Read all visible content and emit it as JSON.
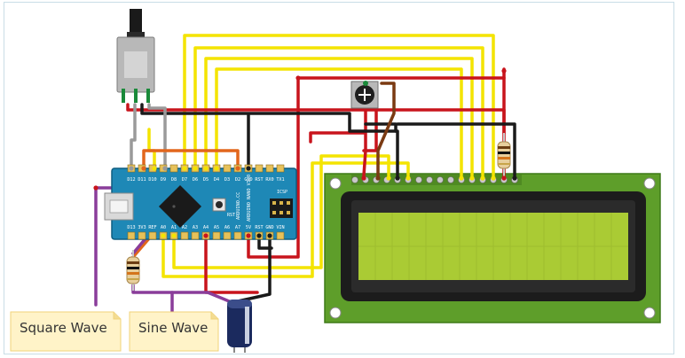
{
  "notes": {
    "square_wave": "Square Wave",
    "sine_wave": "Sine Wave"
  },
  "arduino": {
    "top_pins": [
      "D12",
      "D11",
      "D10",
      "D9",
      "D8",
      "D7",
      "D6",
      "D5",
      "D4",
      "D3",
      "D2",
      "GND",
      "RST",
      "RX0",
      "TX1"
    ],
    "bottom_pins": [
      "D13",
      "3V3",
      "REF",
      "A0",
      "A1",
      "A2",
      "A3",
      "A4",
      "A5",
      "A6",
      "A7",
      "5V",
      "RST",
      "GND",
      "VIN"
    ],
    "brand_text": "ARDUINO.CC",
    "model_text": "ARDUINO NANO V3.0",
    "icsp_label": "ICSP",
    "rst_label": "RST"
  },
  "colors": {
    "wire_yellow": "#f4e400",
    "wire_red": "#c8141c",
    "wire_black": "#1a1a1a",
    "wire_purple": "#8a3d9a",
    "wire_orange": "#e2661c",
    "wire_brown": "#7a3a12",
    "wire_gray": "#9a9a9a",
    "arduino_blue": "#1e88b6",
    "lcd_board": "#5e9e2a",
    "lcd_glass": "#aacb34",
    "note_bg": "#fff3c8"
  }
}
